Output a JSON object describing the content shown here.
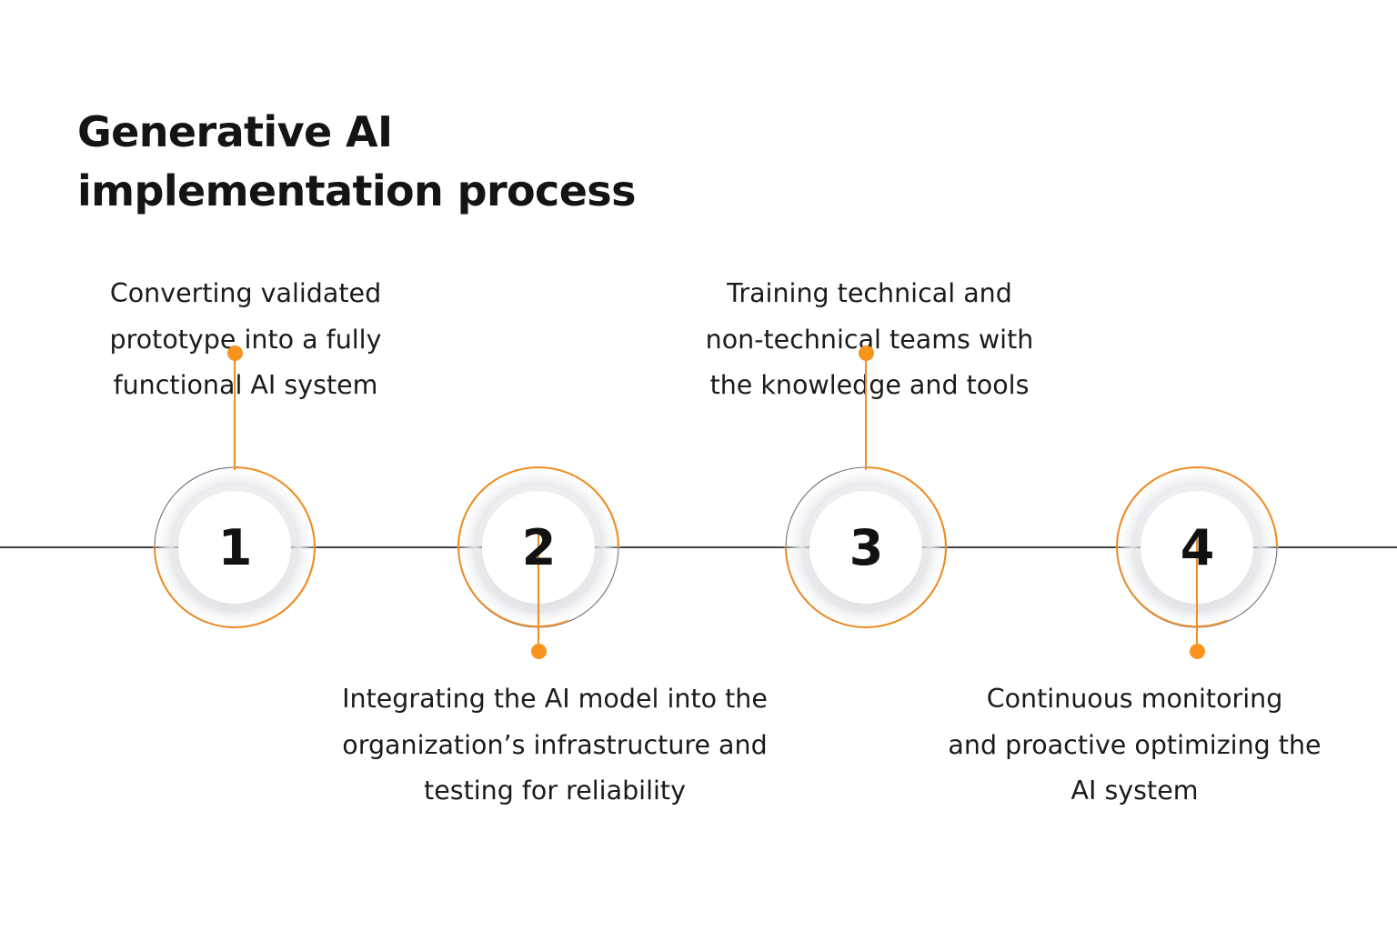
{
  "meta": {
    "background_color": "#ffffff",
    "accent_color": "#f7941e",
    "ring_color": "#6b7280",
    "axis_color": "#3a3f45",
    "text_color": "#1b1b1b",
    "title_color": "#141414"
  },
  "header": {
    "title": "Generative AI\nimplementation process",
    "title_line_1": "Generative AI",
    "title_line_2": "implementation process"
  },
  "timeline": {
    "axis_label": "",
    "steps": [
      {
        "number": "1",
        "position": "above",
        "caption": "Converting validated\nprototype into a fully\nfunctional AI system",
        "caption_lines": [
          "Converting validated",
          "prototype into a fully",
          "functional AI system"
        ],
        "arc_variant": "right"
      },
      {
        "number": "2",
        "position": "below",
        "caption": "Integrating the AI model into the\norganization’s infrastructure and\ntesting for reliability",
        "caption_lines": [
          "Integrating the AI model into the",
          "organization’s infrastructure and",
          "testing for reliability"
        ],
        "arc_variant": "left"
      },
      {
        "number": "3",
        "position": "above",
        "caption": "Training technical and\nnon-technical teams with\nthe knowledge and tools",
        "caption_lines": [
          "Training technical and",
          "non-technical teams with",
          "the knowledge and tools"
        ],
        "arc_variant": "right"
      },
      {
        "number": "4",
        "position": "below",
        "caption": "Continuous monitoring\nand proactive optimizing the\nAI system",
        "caption_lines": [
          "Continuous monitoring",
          "and proactive optimizing the",
          "AI system"
        ],
        "arc_variant": "left"
      }
    ]
  }
}
